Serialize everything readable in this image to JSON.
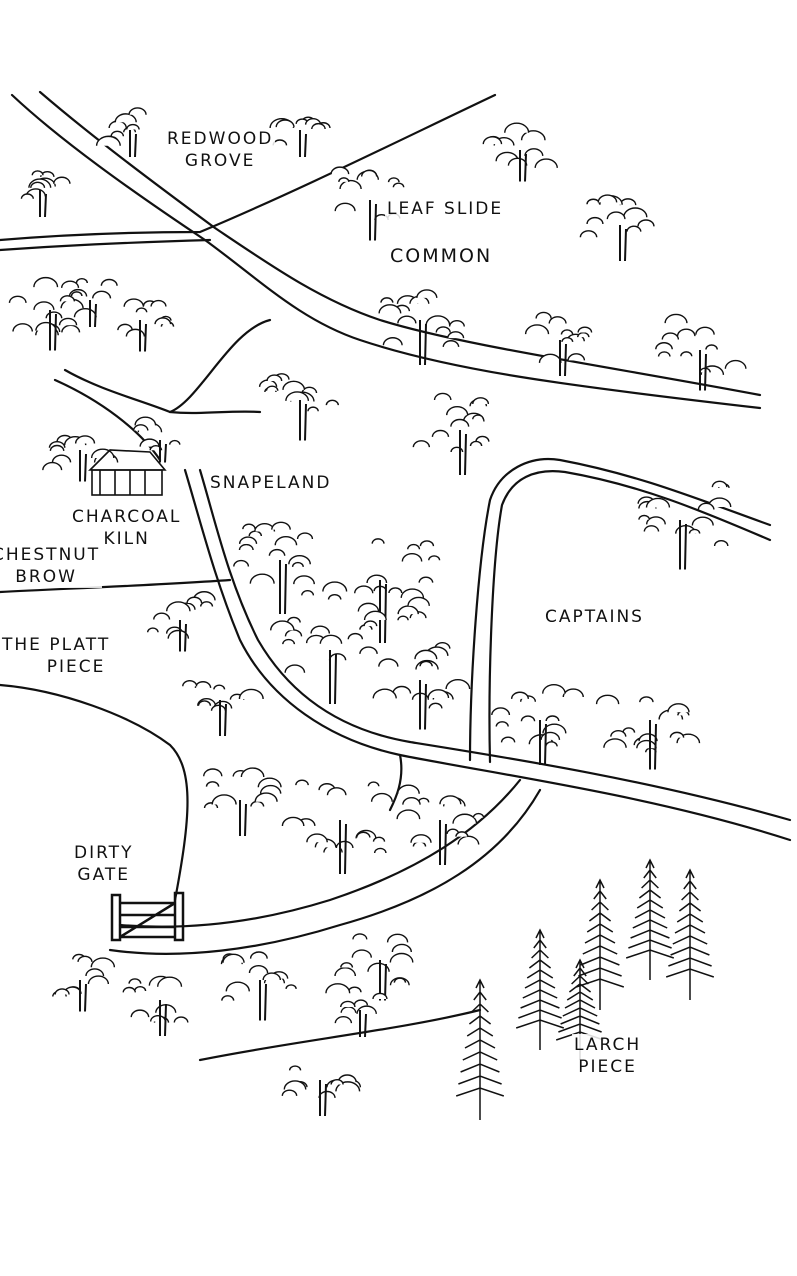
{
  "labels": {
    "redwood_grove": [
      "REDWOOD",
      "GROVE"
    ],
    "leaf_slide": "LEAF SLIDE",
    "common": "COMMON",
    "snapeland": "SNAPELAND",
    "charcoal_kiln": [
      "CHARCOAL",
      "KILN"
    ],
    "chestnut_brow": [
      "CHESTNUT",
      "BROW"
    ],
    "the_platt_piece": [
      "THE PLATT",
      "PIECE"
    ],
    "captains": "CAPTAINS",
    "dirty_gate": [
      "DIRTY",
      "GATE"
    ],
    "larch_piece": [
      "LARCH",
      "PIECE"
    ]
  },
  "colors": {
    "ink": "#111111",
    "paper": "#ffffff"
  }
}
